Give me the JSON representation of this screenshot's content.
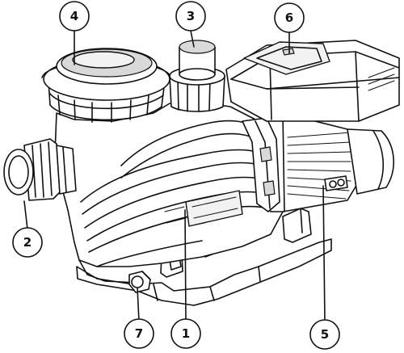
{
  "figure": {
    "background": "#ffffff",
    "line_color": "#111111",
    "callouts": [
      {
        "id": "c1",
        "label": "1"
      },
      {
        "id": "c2",
        "label": "2"
      },
      {
        "id": "c3",
        "label": "3"
      },
      {
        "id": "c4",
        "label": "4"
      },
      {
        "id": "c5",
        "label": "5"
      },
      {
        "id": "c6",
        "label": "6"
      },
      {
        "id": "c7",
        "label": "7"
      }
    ]
  }
}
